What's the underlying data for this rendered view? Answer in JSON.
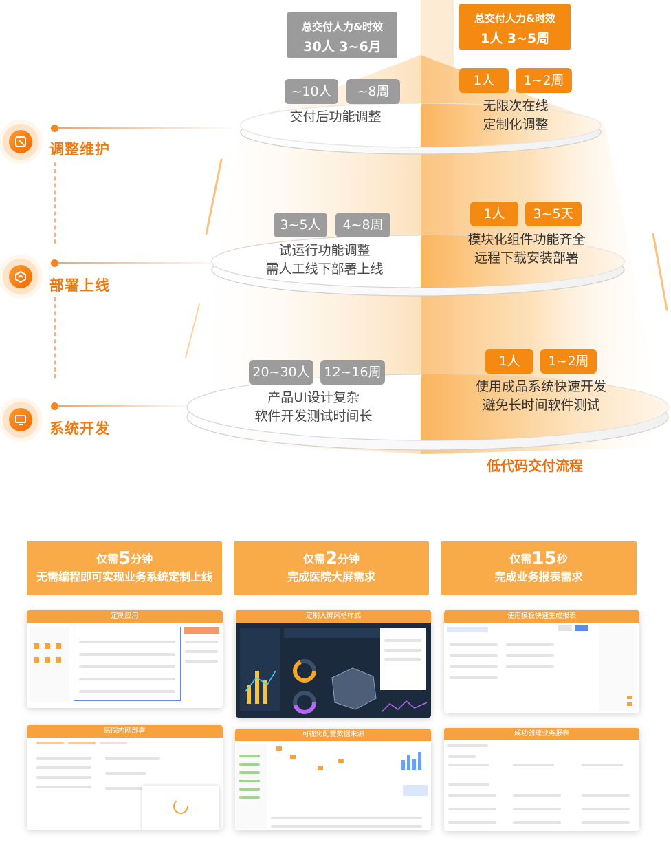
{
  "stages": [
    {
      "label": "调整维护"
    },
    {
      "label": "部署上线"
    },
    {
      "label": "系统开发"
    }
  ],
  "traditional": {
    "total_title": "总交付人力&时效",
    "total_value": "30人 3~6月",
    "rows": [
      {
        "people": "~10人",
        "time": "~8周",
        "desc": [
          "交付后功能调整"
        ]
      },
      {
        "people": "3~5人",
        "time": "4~8周",
        "desc": [
          "试运行功能调整",
          "需人工线下部署上线"
        ]
      },
      {
        "people": "20~30人",
        "time": "12~16周",
        "desc": [
          "产品UI设计复杂",
          "软件开发测试时间长"
        ]
      }
    ]
  },
  "lowcode": {
    "total_title": "总交付人力&时效",
    "total_value": "1人 3~5周",
    "rows": [
      {
        "people": "1人",
        "time": "1~2周",
        "desc": [
          "无限次在线",
          "定制化调整"
        ]
      },
      {
        "people": "1人",
        "time": "3~5天",
        "desc": [
          "模块化组件功能齐全",
          "远程下载安装部署"
        ]
      },
      {
        "people": "1人",
        "time": "1~2周",
        "desc": [
          "使用成品系统快速开发",
          "避免长时间软件测试"
        ]
      }
    ],
    "caption": "低代码交付流程"
  },
  "features": [
    {
      "pre": "仅需",
      "num": "5",
      "unit": "分钟",
      "line2": "无需编程即可实现业务系统定制上线"
    },
    {
      "pre": "仅需",
      "num": "2",
      "unit": "分钟",
      "line2": "完成医院大屏需求"
    },
    {
      "pre": "仅需",
      "num": "15",
      "unit": "秒",
      "line2": "完成业务报表需求"
    }
  ],
  "screenshots": [
    {
      "title": "定制应用"
    },
    {
      "title": "定制大屏风格样式"
    },
    {
      "title": "使用模板快速生成报表"
    },
    {
      "title": "医院内网部署"
    },
    {
      "title": "可视化配置数据来源"
    },
    {
      "title": "成功创建业务报表"
    }
  ],
  "colors": {
    "accent": "#f58a12",
    "gray": "#9c9c9c",
    "stage_text": "#f07a10",
    "feature_bg": "#f9ab4a"
  }
}
